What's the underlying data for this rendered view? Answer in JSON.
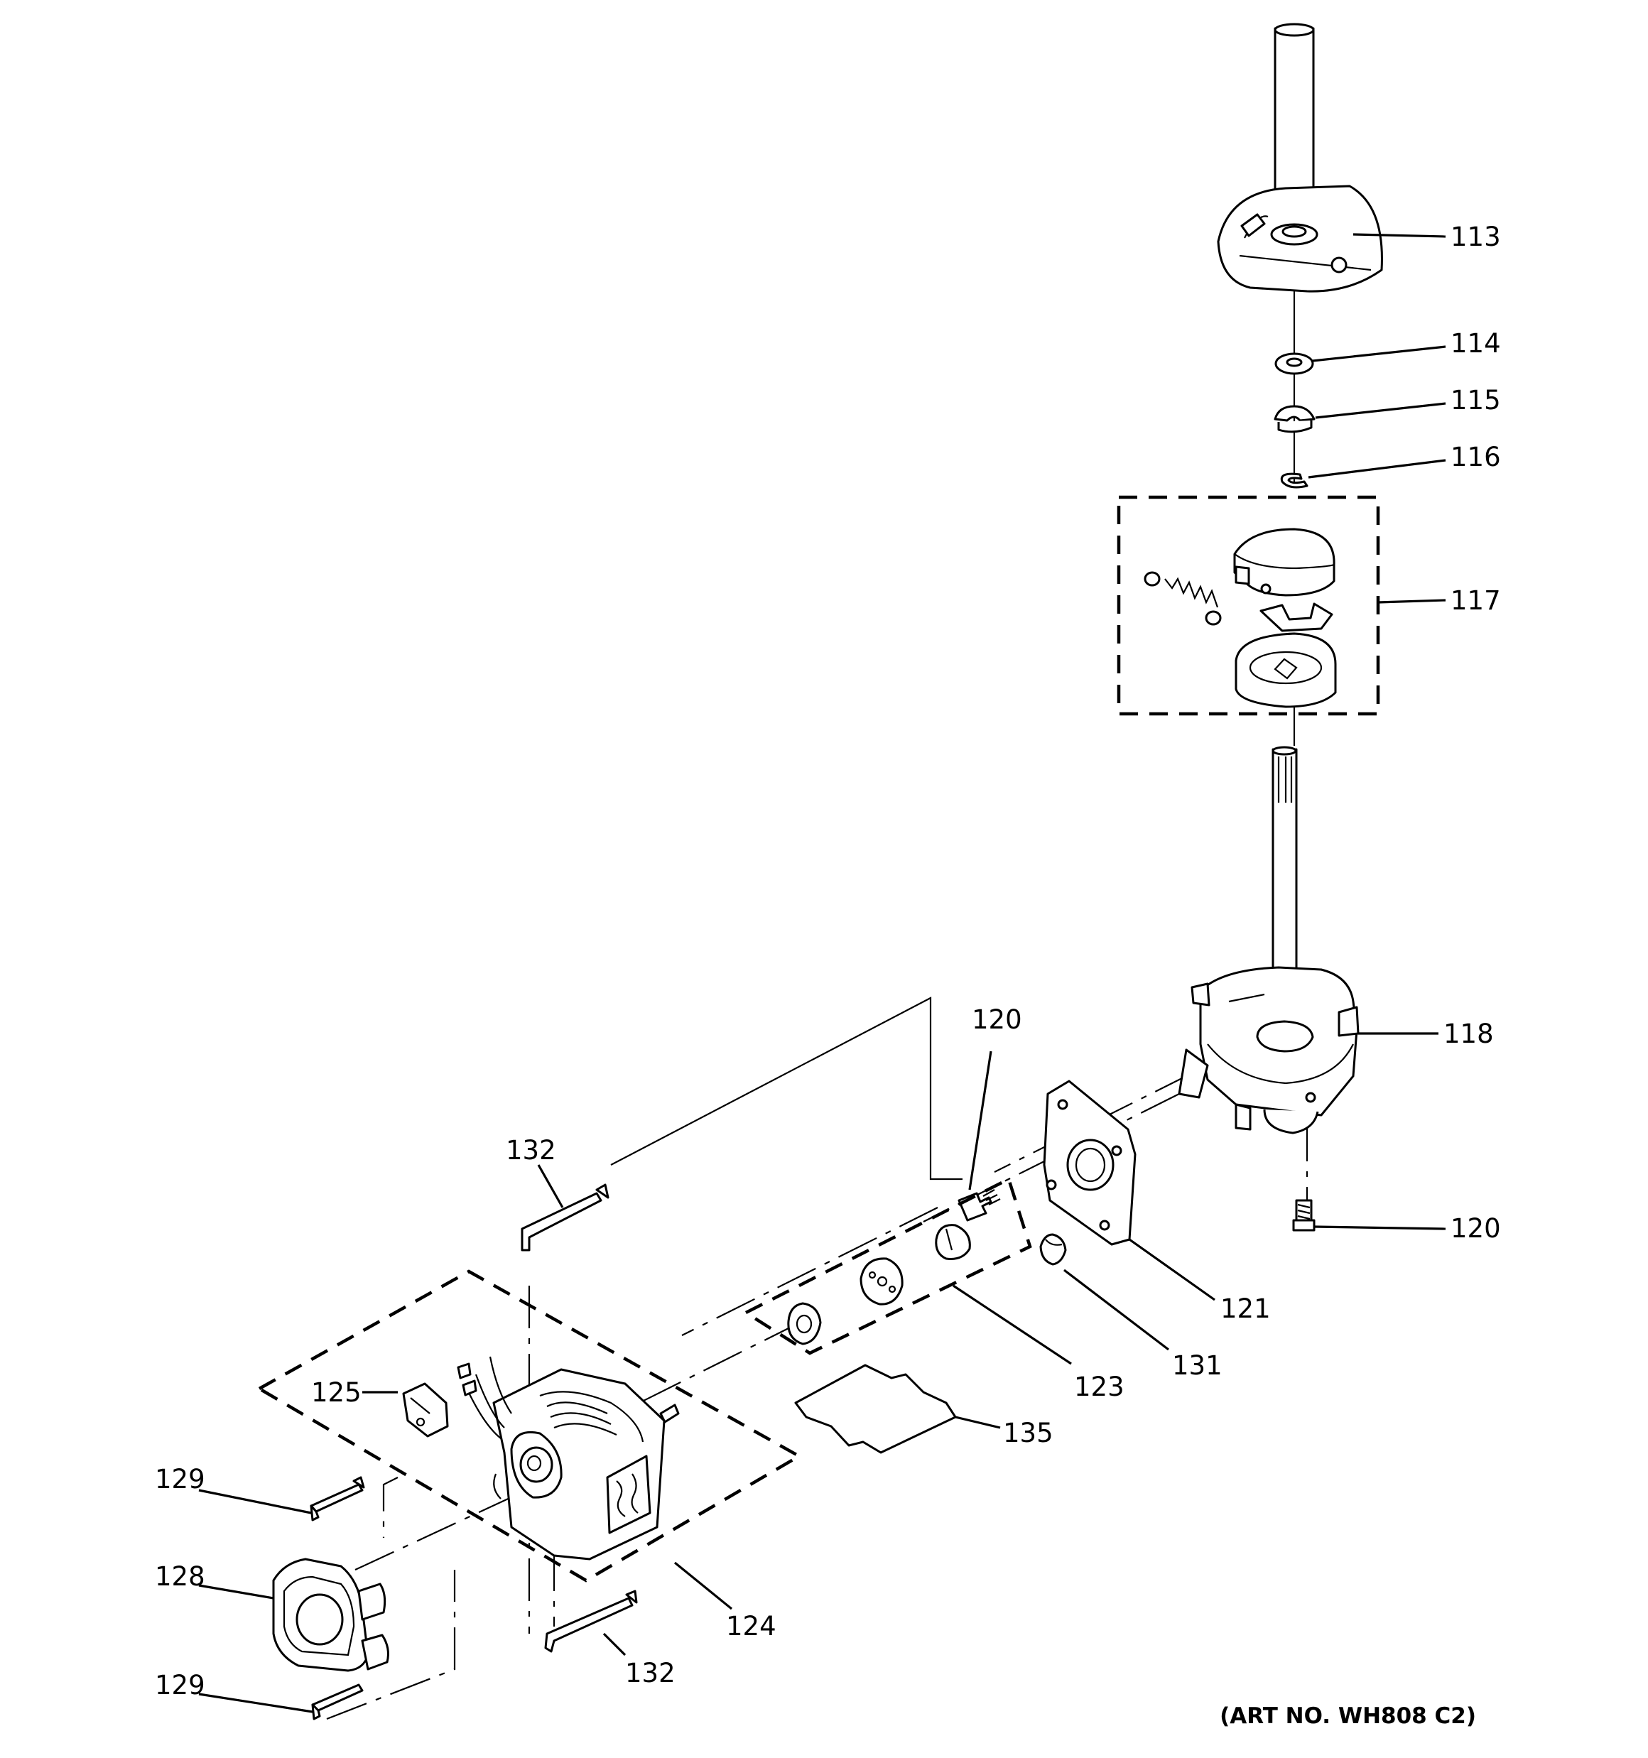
{
  "callouts": {
    "c113": "113",
    "c114": "114",
    "c115": "115",
    "c116": "116",
    "c117": "117",
    "c118": "118",
    "c120a": "120",
    "c120b": "120",
    "c121": "121",
    "c123": "123",
    "c124": "124",
    "c125": "125",
    "c128": "128",
    "c129a": "129",
    "c129b": "129",
    "c131": "131",
    "c132a": "132",
    "c132b": "132",
    "c135": "135"
  },
  "art_number": "(ART NO. WH808 C2)"
}
